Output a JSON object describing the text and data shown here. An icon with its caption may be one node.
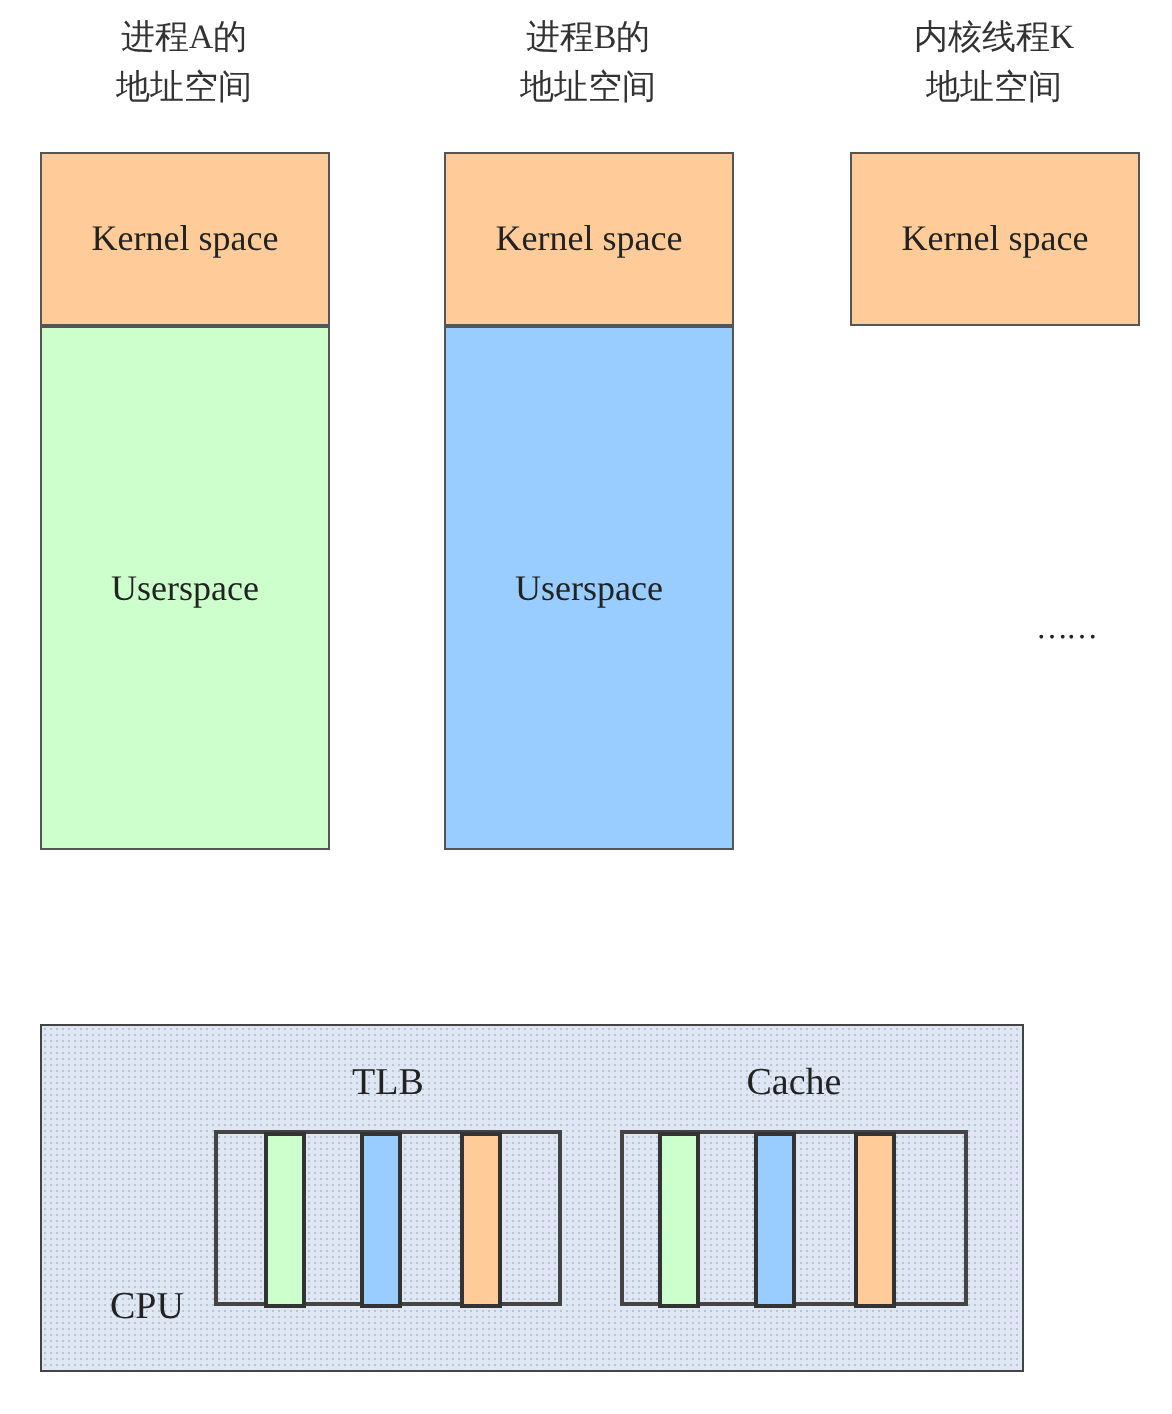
{
  "diagram": {
    "nodes": [
      {
        "text": [
          "Kernel space"
        ]
      },
      {
        "text": [
          "Userspace"
        ]
      },
      {
        "text": [
          "Kernel space"
        ]
      },
      {
        "text": [
          "Userspace"
        ]
      },
      {
        "text": [
          "Kernel space"
        ]
      },
      {
        "text": [
          "CPU"
        ]
      },
      {
        "text": [
          "TLB"
        ],
        "in": 5
      },
      {
        "text": [],
        "shape": "bar",
        "in": 6
      },
      {
        "text": [],
        "shape": "bar",
        "in": 6
      },
      {
        "text": [],
        "shape": "bar",
        "in": 6
      },
      {
        "text": [
          "Cache"
        ],
        "in": 5
      },
      {
        "text": [],
        "shape": "bar",
        "in": 10
      },
      {
        "text": [],
        "shape": "bar",
        "in": 10
      },
      {
        "text": [],
        "shape": "bar",
        "in": 10
      }
    ],
    "labels": [
      "进程A的地址空间",
      "进程B的地址空间",
      "内核线程K地址空间",
      "……"
    ]
  }
}
